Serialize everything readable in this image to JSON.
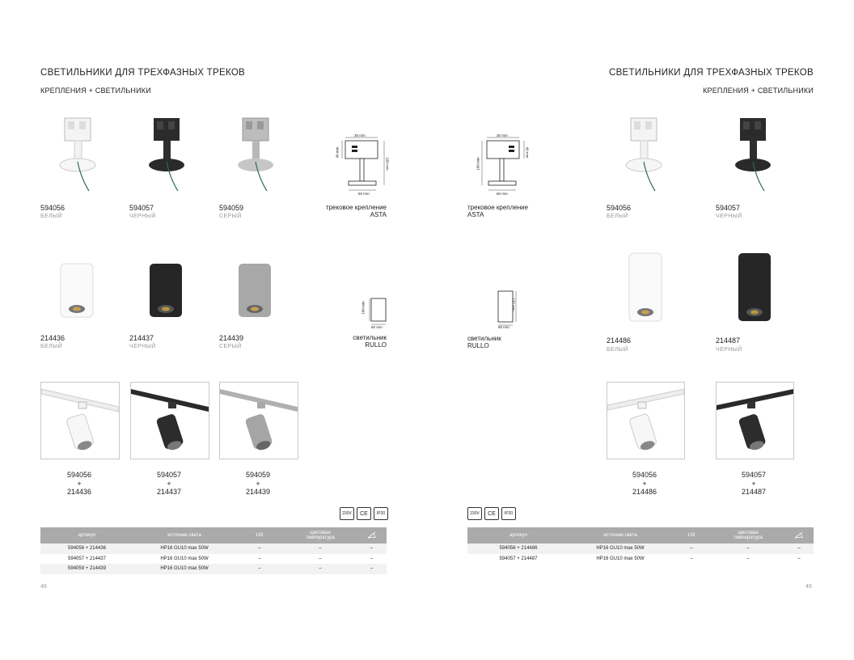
{
  "pages": [
    {
      "title": "СВЕТИЛЬНИКИ ДЛЯ ТРЕХФАЗНЫХ ТРЕКОВ",
      "subtitle": "КРЕПЛЕНИЯ + СВЕТИЛЬНИКИ",
      "page_number": "48",
      "mounts": [
        {
          "code": "594056",
          "color": "БЕЛЫЙ",
          "tone": "white"
        },
        {
          "code": "594057",
          "color": "ЧЕРНЫЙ",
          "tone": "black"
        },
        {
          "code": "594059",
          "color": "СЕРЫЙ",
          "tone": "grey"
        }
      ],
      "luminaires": [
        {
          "code": "214436",
          "color": "БЕЛЫЙ",
          "tone": "white"
        },
        {
          "code": "214437",
          "color": "ЧЕРНЫЙ",
          "tone": "black"
        },
        {
          "code": "214439",
          "color": "СЕРЫЙ",
          "tone": "grey"
        }
      ],
      "combos": [
        {
          "mount": "594056",
          "plus": "+",
          "lum": "214436",
          "tone": "white"
        },
        {
          "mount": "594057",
          "plus": "+",
          "lum": "214437",
          "tone": "black"
        },
        {
          "mount": "594059",
          "plus": "+",
          "lum": "214439",
          "tone": "grey"
        }
      ],
      "drawing_mount": {
        "label1": "трековое крепление",
        "label2": "ASTA",
        "dim_top": "30 mm",
        "dim_left": "40 mm",
        "dim_right": "100 mm",
        "dim_bottom": "60 mm"
      },
      "drawing_lum": {
        "label1": "светильник",
        "label2": "RULLO",
        "dim_side": "100 mm",
        "dim_bottom": "60 mm"
      },
      "badges": [
        "230V",
        "CE",
        "IP20"
      ],
      "table": {
        "headers": [
          "артикул",
          "источник света",
          "LM",
          "цветовая температура",
          "угол"
        ],
        "rows": [
          [
            "594056 + 214436",
            "HP16 GU10 max 50W",
            "–",
            "–",
            "–"
          ],
          [
            "594057 + 214437",
            "HP16 GU10 max 50W",
            "–",
            "–",
            "–"
          ],
          [
            "594059 + 214439",
            "HP16 GU10 max 50W",
            "–",
            "–",
            "–"
          ]
        ]
      }
    },
    {
      "title": "СВЕТИЛЬНИКИ ДЛЯ ТРЕХФАЗНЫХ ТРЕКОВ",
      "subtitle": "КРЕПЛЕНИЯ + СВЕТИЛЬНИКИ",
      "page_number": "49",
      "mounts": [
        {
          "code": "594056",
          "color": "БЕЛЫЙ",
          "tone": "white"
        },
        {
          "code": "594057",
          "color": "ЧЕРНЫЙ",
          "tone": "black"
        }
      ],
      "luminaires": [
        {
          "code": "214486",
          "color": "БЕЛЫЙ",
          "tone": "white"
        },
        {
          "code": "214487",
          "color": "ЧЕРНЫЙ",
          "tone": "black"
        }
      ],
      "combos": [
        {
          "mount": "594056",
          "plus": "+",
          "lum": "214486",
          "tone": "white"
        },
        {
          "mount": "594057",
          "plus": "+",
          "lum": "214487",
          "tone": "black"
        }
      ],
      "drawing_mount": {
        "label1": "трековое крепление",
        "label2": "ASTA",
        "dim_top": "30 mm",
        "dim_left": "100 mm",
        "dim_right": "40 mm",
        "dim_bottom": "60 mm"
      },
      "drawing_lum": {
        "label1": "светильник",
        "label2": "RULLO",
        "dim_side": "137 mm",
        "dim_bottom": "60 mm"
      },
      "badges": [
        "230V",
        "CE",
        "IP20"
      ],
      "table": {
        "headers": [
          "артикул",
          "источник света",
          "LM",
          "цветовая температура",
          "угол"
        ],
        "rows": [
          [
            "594056 + 214486",
            "HP16 GU10 max 50W",
            "–",
            "–",
            "–"
          ],
          [
            "594057 + 214487",
            "HP16 GU10 max 50W",
            "–",
            "–",
            "–"
          ]
        ]
      }
    }
  ],
  "colors": {
    "table_header": "#aaaaaa",
    "white": "#f5f5f5",
    "black": "#262626",
    "grey": "#a8a8a8",
    "caption_grey": "#999999"
  }
}
